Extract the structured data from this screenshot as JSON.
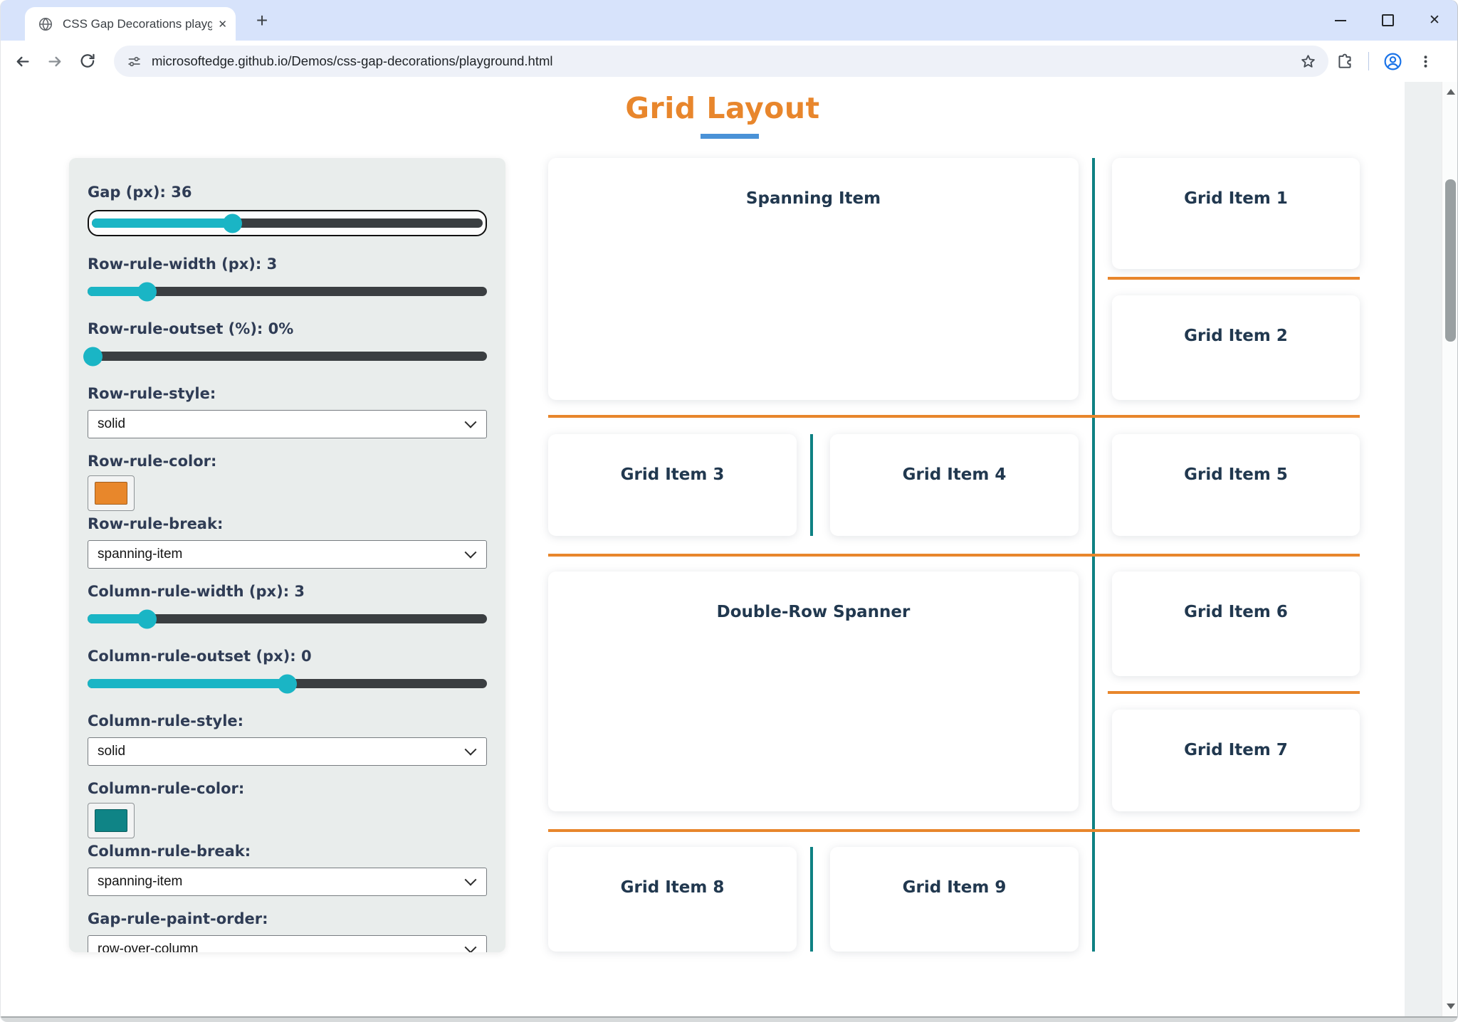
{
  "browser": {
    "tab": {
      "title": "CSS Gap Decorations playgroun",
      "close_glyph": "✕"
    },
    "new_tab_glyph": "+",
    "window_controls": {
      "close_glyph": "✕"
    },
    "url": "microsoftedge.github.io/Demos/css-gap-decorations/playground.html"
  },
  "page": {
    "title": "Grid Layout",
    "panel": {
      "controls": [
        {
          "name": "gap-slider",
          "type": "slider",
          "label": "Gap (px): 36",
          "percent": 36,
          "focused": true
        },
        {
          "name": "row-rule-width-slider",
          "type": "slider",
          "label": "Row-rule-width (px): 3",
          "percent": 15
        },
        {
          "name": "row-rule-outset-slider",
          "type": "slider",
          "label": "Row-rule-outset (%): 0%",
          "percent": 1.5
        },
        {
          "name": "row-rule-style-select",
          "type": "select",
          "label": "Row-rule-style:",
          "value": "solid"
        },
        {
          "name": "row-rule-color-picker",
          "type": "color",
          "label": "Row-rule-color:",
          "swatch": "#e8872b"
        },
        {
          "name": "row-rule-break-select",
          "type": "select",
          "label": "Row-rule-break:",
          "value": "spanning-item"
        },
        {
          "name": "column-rule-width-slider",
          "type": "slider",
          "label": "Column-rule-width (px): 3",
          "percent": 15
        },
        {
          "name": "column-rule-outset-slider",
          "type": "slider",
          "label": "Column-rule-outset (px): 0",
          "percent": 50
        },
        {
          "name": "column-rule-style-select",
          "type": "select",
          "label": "Column-rule-style:",
          "value": "solid"
        },
        {
          "name": "column-rule-color-picker",
          "type": "color",
          "label": "Column-rule-color:",
          "swatch": "#0f8486"
        },
        {
          "name": "column-rule-break-select",
          "type": "select",
          "label": "Column-rule-break:",
          "value": "spanning-item"
        },
        {
          "name": "gap-rule-paint-order-select",
          "type": "select",
          "label": "Gap-rule-paint-order:",
          "value": "row-over-column"
        }
      ]
    },
    "grid": {
      "items": [
        {
          "name": "spanning-item",
          "label": "Spanning Item"
        },
        {
          "name": "grid-item-1",
          "label": "Grid Item 1"
        },
        {
          "name": "grid-item-2",
          "label": "Grid Item 2"
        },
        {
          "name": "grid-item-3",
          "label": "Grid Item 3"
        },
        {
          "name": "grid-item-4",
          "label": "Grid Item 4"
        },
        {
          "name": "grid-item-5",
          "label": "Grid Item 5"
        },
        {
          "name": "double-row-spanner",
          "label": "Double-Row Spanner"
        },
        {
          "name": "grid-item-6",
          "label": "Grid Item 6"
        },
        {
          "name": "grid-item-7",
          "label": "Grid Item 7"
        },
        {
          "name": "grid-item-8",
          "label": "Grid Item 8"
        },
        {
          "name": "grid-item-9",
          "label": "Grid Item 9"
        }
      ]
    }
  },
  "colors": {
    "accent_orange": "#e8862c",
    "rule_teal": "#0e8183",
    "slider_cyan": "#1ab5c5",
    "underline_blue": "#4a92d7"
  }
}
